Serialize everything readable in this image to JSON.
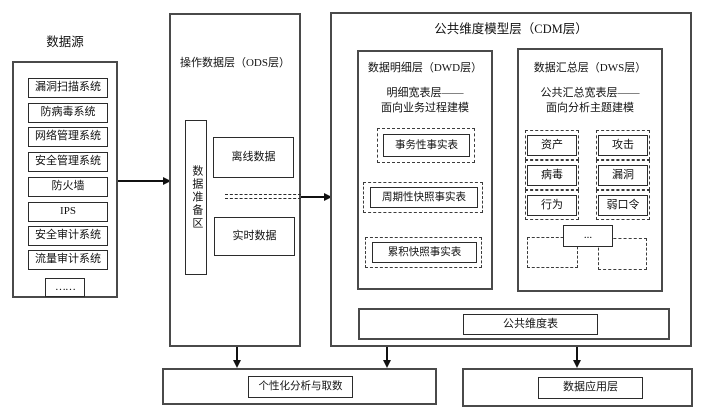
{
  "source": {
    "title": "数据源",
    "items": [
      "漏洞扫描系统",
      "防病毒系统",
      "网络管理系统",
      "安全管理系统",
      "防火墙",
      "IPS",
      "安全审计系统",
      "流量审计系统"
    ],
    "more": "……"
  },
  "ods": {
    "title": "操作数据层（ODS层）",
    "prep_area": "数据准备区",
    "offline": "离线数据",
    "realtime": "实时数据"
  },
  "cdm": {
    "title": "公共维度模型层（CDM层）",
    "dwd": {
      "title": "数据明细层（DWD层）",
      "subtitle_line1": "明细宽表层——",
      "subtitle_line2": "面向业务过程建模",
      "tables": [
        "事务性事实表",
        "周期性快照事实表",
        "累积快照事实表"
      ]
    },
    "dws": {
      "title": "数据汇总层（DWS层）",
      "subtitle_line1": "公共汇总宽表层——",
      "subtitle_line2": "面向分析主题建模",
      "topics": [
        "资产",
        "攻击",
        "病毒",
        "漏洞",
        "行为",
        "弱口令"
      ],
      "ellipsis": "..."
    },
    "dim_table": "公共维度表"
  },
  "bottom": {
    "analysis": "个性化分析与取数",
    "application": "数据应用层"
  },
  "colors": {
    "background": "#ffffff",
    "border_dark": "#4a4a4a",
    "border_light": "#2b2b2b",
    "text": "#111111"
  }
}
